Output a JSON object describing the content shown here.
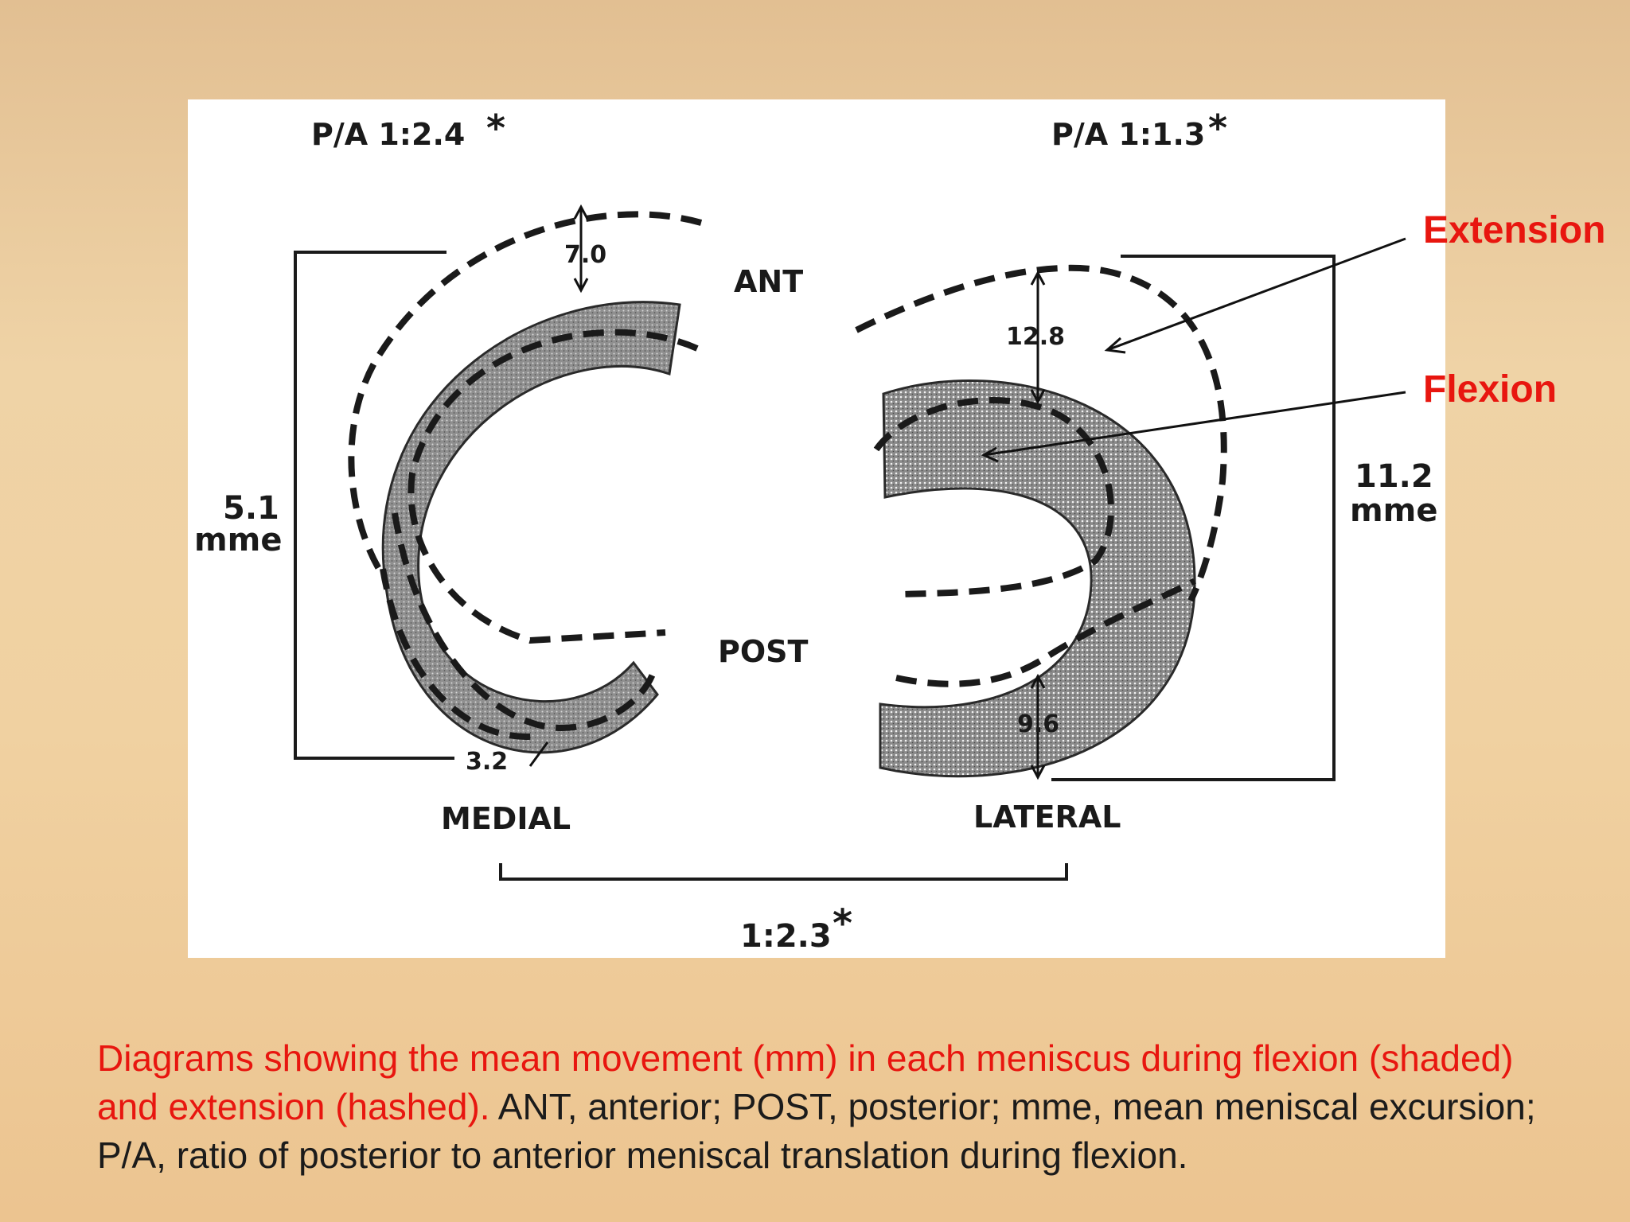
{
  "figure": {
    "pa_medial": "P/A 1:2.4",
    "pa_lateral": "P/A 1:1.3",
    "ant": "ANT",
    "post": "POST",
    "medial": "MEDIAL",
    "lateral": "LATERAL",
    "medial_ant_value": "7.0",
    "medial_post_value": "3.2",
    "lateral_ant_value": "12.8",
    "lateral_post_value": "9.6",
    "medial_mme_value": "5.1",
    "lateral_mme_value": "11.2",
    "mme_unit": "mme",
    "bottom_ratio": "1:2.3",
    "asterisk": "*"
  },
  "labels": {
    "extension": "Extension",
    "flexion": "Flexion"
  },
  "caption": {
    "red_part": "Diagrams showing the mean movement (mm) in each meniscus during flexion (shaded) and extension (hashed).",
    "black_part": " ANT, anterior; POST, posterior; mme, mean meniscal excursion; P/A, ratio of posterior to anterior meniscal translation during flexion."
  },
  "colors": {
    "accent_red": "#e8160f",
    "shaded": "#9a9a9a"
  }
}
